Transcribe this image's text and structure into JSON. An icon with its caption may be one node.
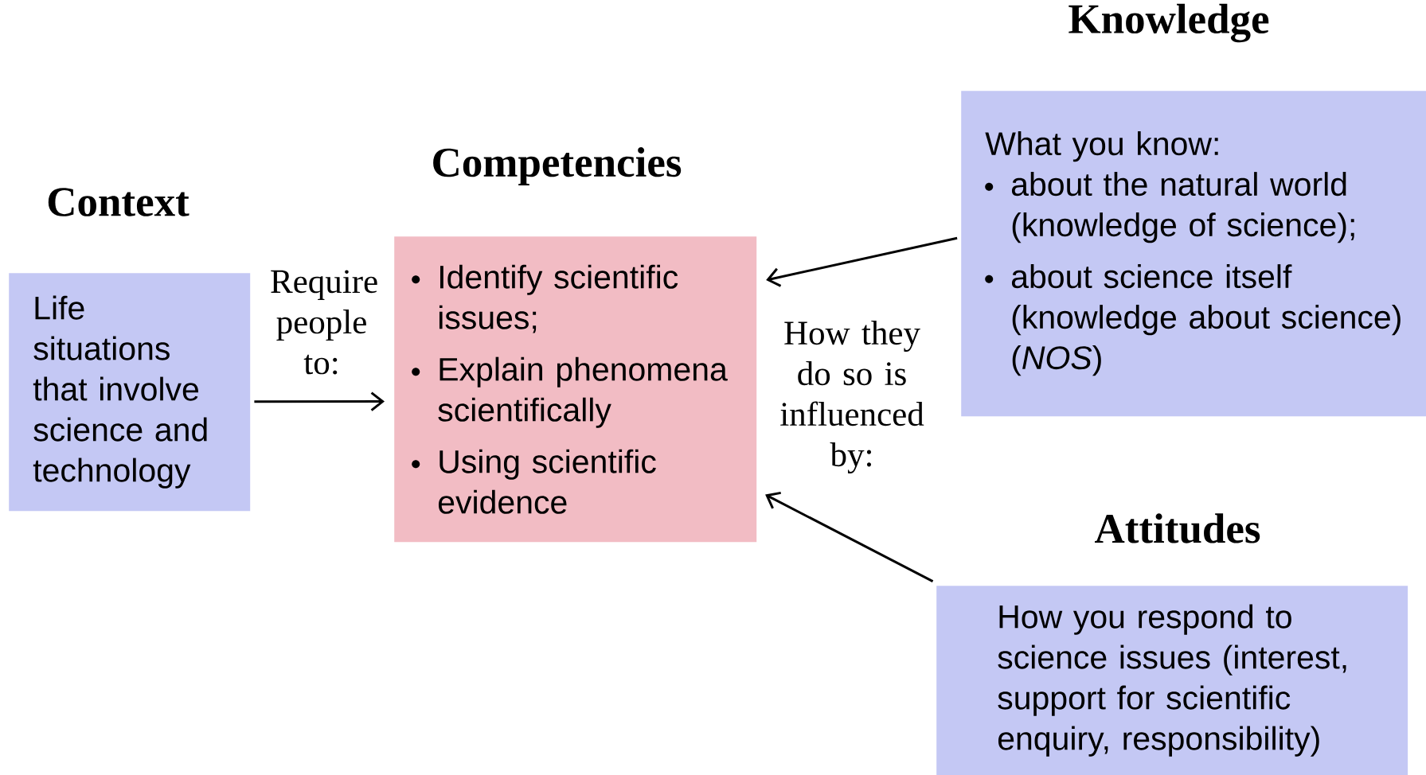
{
  "diagram": {
    "nodes": [
      {
        "text": [
          "Context",
          "Life situations that involve science and technology"
        ]
      },
      {
        "text": [
          "Competencies",
          "Identify scientific issues;",
          "Explain phenomena scientifically",
          "Using scientific evidence"
        ]
      },
      {
        "text": [
          "Knowledge",
          "What you know:",
          "about the natural world (knowledge of science);",
          "about science itself (knowledge about science) (*NOS*)"
        ]
      },
      {
        "text": [
          "Attitudes",
          "How you respond to science issues (interest, support for scientific enquiry, responsibility)"
        ]
      }
    ],
    "edges": [
      {
        "from": 0,
        "to": 1,
        "arrow": "to",
        "label": "Require people to:"
      },
      {
        "from": 2,
        "to": 1,
        "arrow": "to"
      },
      {
        "from": 3,
        "to": 1,
        "arrow": "to"
      }
    ],
    "labels": [
      "How they do so is influenced by:"
    ]
  }
}
